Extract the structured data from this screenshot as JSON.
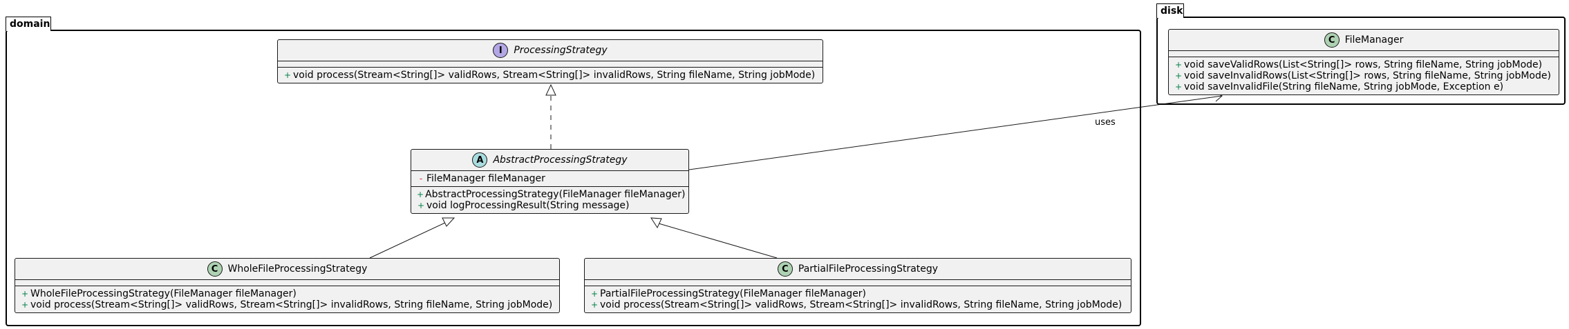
{
  "packages": {
    "domain": {
      "name": "domain"
    },
    "disk": {
      "name": "disk"
    }
  },
  "classes": {
    "processing_strategy": {
      "stereotype": "I",
      "name": "ProcessingStrategy",
      "fields": [],
      "methods": [
        {
          "visibility": "+",
          "text": "void process(Stream<String[]> validRows, Stream<String[]> invalidRows, String fileName, String jobMode)"
        }
      ]
    },
    "abstract_processing_strategy": {
      "stereotype": "A",
      "name": "AbstractProcessingStrategy",
      "fields": [
        {
          "visibility": "-",
          "text": "FileManager fileManager"
        }
      ],
      "methods": [
        {
          "visibility": "+",
          "text": "AbstractProcessingStrategy(FileManager fileManager)"
        },
        {
          "visibility": "+",
          "text": "void logProcessingResult(String message)"
        }
      ]
    },
    "whole_file_processing_strategy": {
      "stereotype": "C",
      "name": "WholeFileProcessingStrategy",
      "fields": [],
      "methods": [
        {
          "visibility": "+",
          "text": "WholeFileProcessingStrategy(FileManager fileManager)"
        },
        {
          "visibility": "+",
          "text": "void process(Stream<String[]> validRows, Stream<String[]> invalidRows, String fileName, String jobMode)"
        }
      ]
    },
    "partial_file_processing_strategy": {
      "stereotype": "C",
      "name": "PartialFileProcessingStrategy",
      "fields": [],
      "methods": [
        {
          "visibility": "+",
          "text": "PartialFileProcessingStrategy(FileManager fileManager)"
        },
        {
          "visibility": "+",
          "text": "void process(Stream<String[]> validRows, Stream<String[]> invalidRows, String fileName, String jobMode)"
        }
      ]
    },
    "file_manager": {
      "stereotype": "C",
      "name": "FileManager",
      "fields": [],
      "methods": [
        {
          "visibility": "+",
          "text": "void saveValidRows(List<String[]> rows, String fileName, String jobMode)"
        },
        {
          "visibility": "+",
          "text": "void saveInvalidRows(List<String[]> rows, String fileName, String jobMode)"
        },
        {
          "visibility": "+",
          "text": "void saveInvalidFile(String fileName, String jobMode, Exception e)"
        }
      ]
    }
  },
  "relations": {
    "uses_label": "uses"
  },
  "colors": {
    "class_fill": "#F1F1F1",
    "border": "#181818",
    "badge_class": "#ADD1B2",
    "badge_abstract": "#A9DCDF",
    "badge_interface": "#B4A7E5",
    "public_marker": "#038048",
    "private_marker": "#C82930"
  }
}
